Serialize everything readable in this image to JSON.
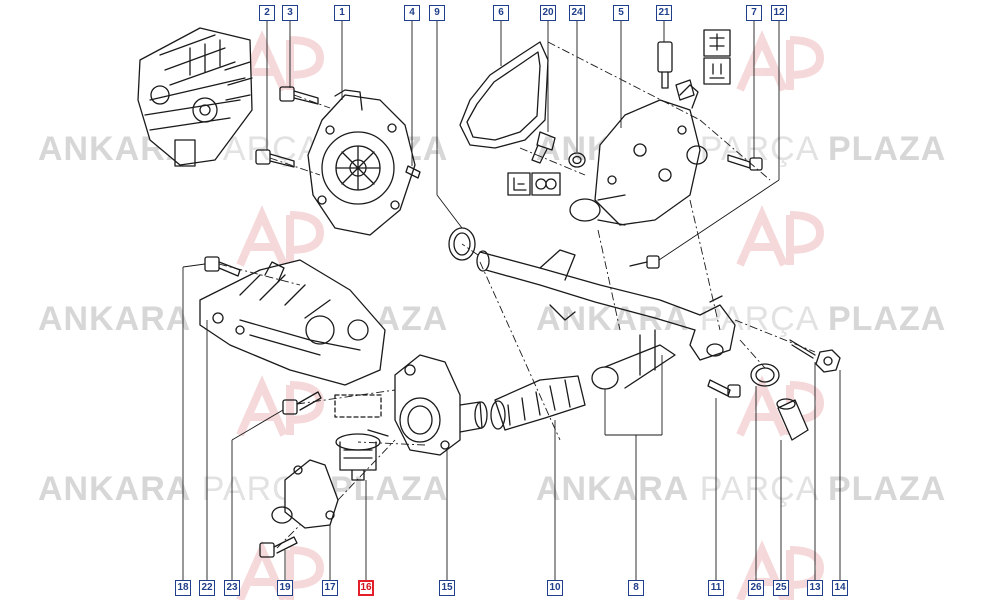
{
  "watermark": {
    "word1": "ANKARA",
    "word2": "PARÇA",
    "word3": "PLAZA"
  },
  "callouts": {
    "c1": "1",
    "c2": "2",
    "c3": "3",
    "c4": "4",
    "c5": "5",
    "c6": "6",
    "c7": "7",
    "c8": "8",
    "c9": "9",
    "c10": "10",
    "c11": "11",
    "c12": "12",
    "c13": "13",
    "c14": "14",
    "c15": "15",
    "c16": "16",
    "c17": "17",
    "c18": "18",
    "c19": "19",
    "c20": "20",
    "c21": "21",
    "c22": "22",
    "c23": "23",
    "c24": "24",
    "c25": "25",
    "c26": "26"
  },
  "highlighted_part": "16",
  "colors": {
    "callout_border": "#1f3f8a",
    "highlight": "#e3202a",
    "line": "#1a1a1a",
    "watermark": "#d7d7d7"
  }
}
